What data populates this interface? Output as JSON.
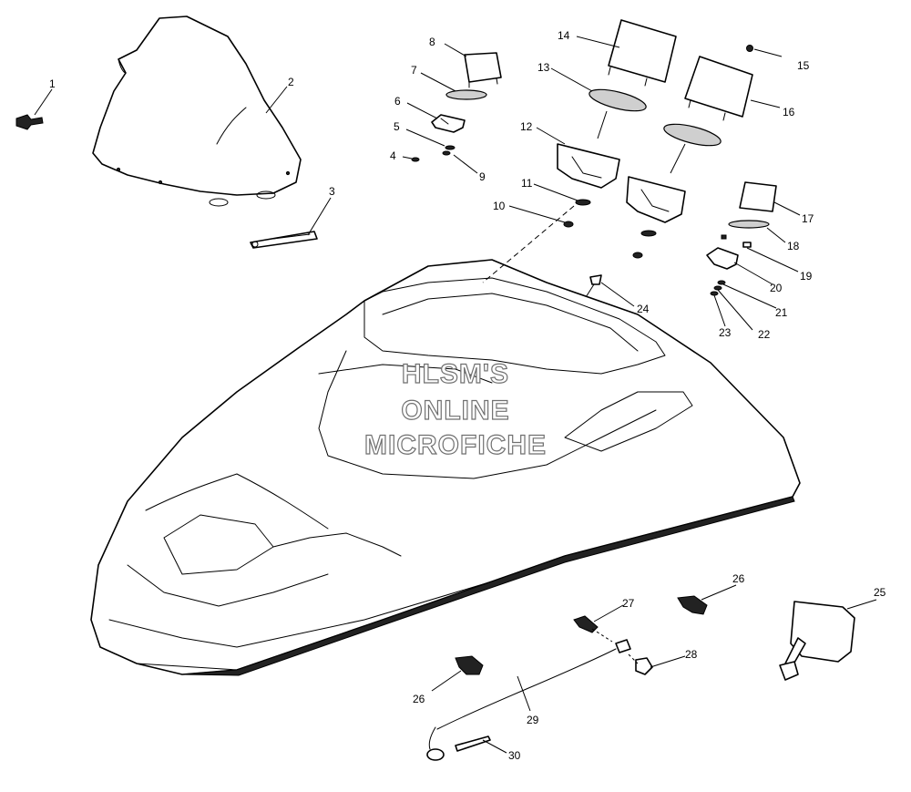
{
  "watermark": {
    "line1": "HLSM'S",
    "line2": "ONLINE",
    "line3": "MICROFICHE"
  },
  "callouts": [
    "1",
    "2",
    "3",
    "4",
    "5",
    "6",
    "7",
    "8",
    "9",
    "10",
    "11",
    "12",
    "13",
    "14",
    "15",
    "16",
    "17",
    "18",
    "19",
    "20",
    "21",
    "22",
    "23",
    "24",
    "25",
    "26",
    "26",
    "27",
    "28",
    "29",
    "30"
  ]
}
